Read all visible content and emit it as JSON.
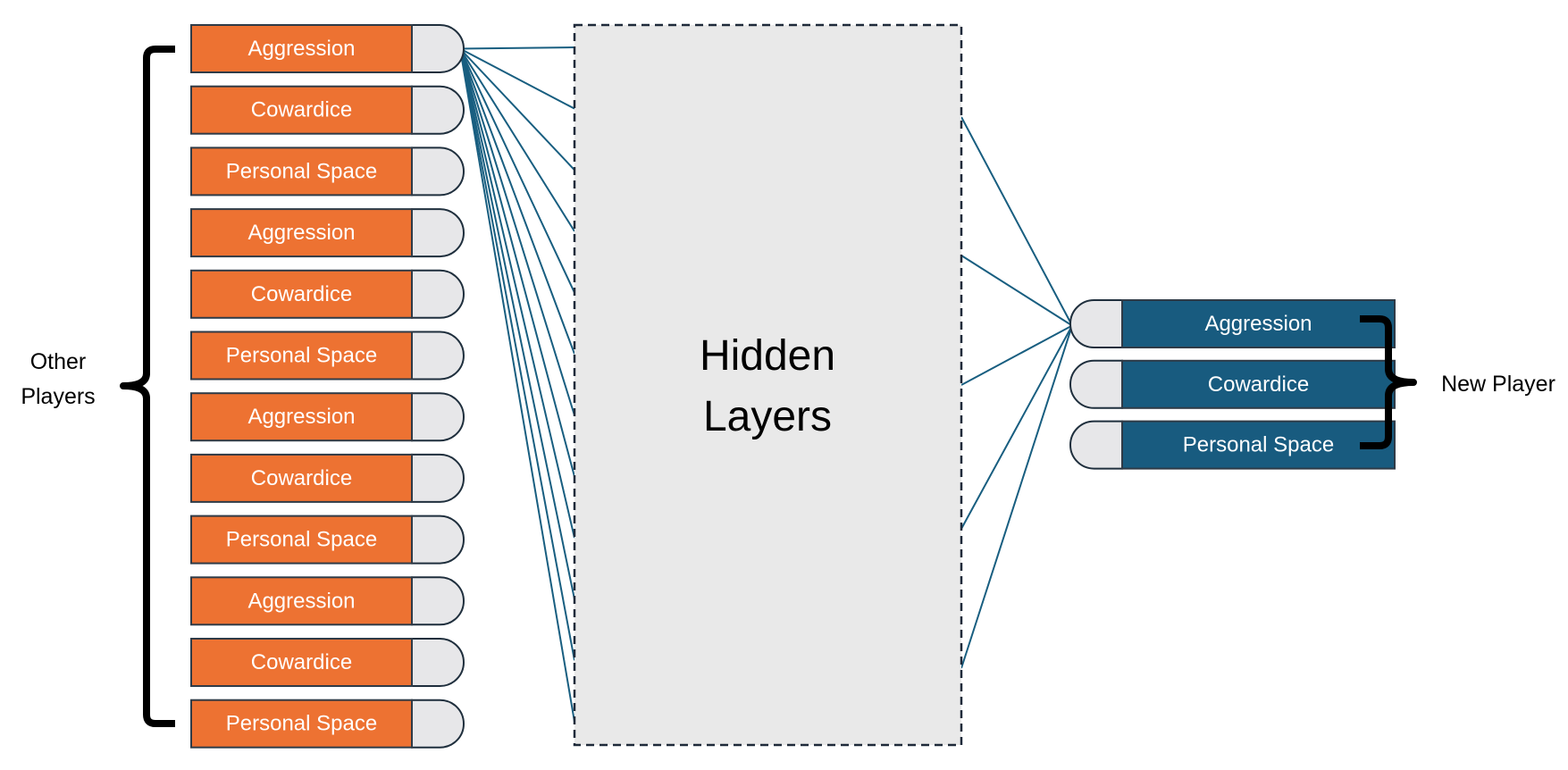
{
  "input_group": {
    "label_lines": [
      "Other",
      "Players"
    ],
    "nodes": [
      {
        "label": "Aggression"
      },
      {
        "label": "Cowardice"
      },
      {
        "label": "Personal Space"
      },
      {
        "label": "Aggression"
      },
      {
        "label": "Cowardice"
      },
      {
        "label": "Personal Space"
      },
      {
        "label": "Aggression"
      },
      {
        "label": "Cowardice"
      },
      {
        "label": "Personal Space"
      },
      {
        "label": "Aggression"
      },
      {
        "label": "Cowardice"
      },
      {
        "label": "Personal Space"
      }
    ],
    "color": "#ED7232"
  },
  "hidden_layer": {
    "label_lines": [
      "Hidden",
      "Layers"
    ],
    "fill": "#E9E9E9"
  },
  "output_group": {
    "label": "New Player",
    "nodes": [
      {
        "label": "Aggression"
      },
      {
        "label": "Cowardice"
      },
      {
        "label": "Personal Space"
      }
    ],
    "color": "#185B7F"
  },
  "connection_color": "#185E80"
}
